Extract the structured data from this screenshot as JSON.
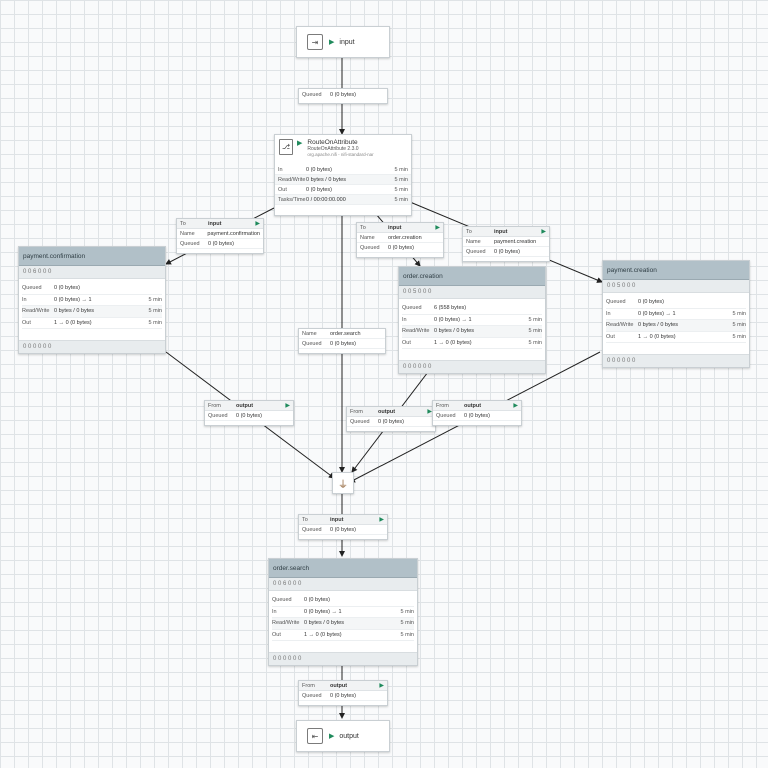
{
  "input_port": {
    "name": "input",
    "icon": "input-port-icon"
  },
  "output_port": {
    "name": "output",
    "icon": "output-port-icon"
  },
  "processor": {
    "name": "RouteOnAttribute",
    "type": "RouteOnAttribute 2.3.0",
    "bundle": "org.apache.nifi - nifi-standard-nar",
    "rows": [
      {
        "label": "In",
        "value": "0 (0 bytes)",
        "time": "5 min"
      },
      {
        "label": "Read/Write",
        "value": "0 bytes / 0 bytes",
        "time": "5 min"
      },
      {
        "label": "Out",
        "value": "0 (0 bytes)",
        "time": "5 min"
      },
      {
        "label": "Tasks/Time",
        "value": "0 / 00:00:00.000",
        "time": "5 min"
      }
    ]
  },
  "labels": {
    "queued": "Queued",
    "to": "To",
    "from": "From",
    "name": "Name",
    "in": "In",
    "read_write": "Read/Write",
    "out": "Out"
  },
  "queue_input_route": {
    "queued": "0 (0 bytes)"
  },
  "conn_payment_confirmation": {
    "to": "input",
    "name": "payment.confirmation",
    "queued": "0 (0 bytes)"
  },
  "conn_order_creation": {
    "to": "input",
    "name": "order.creation",
    "queued": "0 (0 bytes)"
  },
  "conn_payment_creation": {
    "to": "input",
    "name": "payment.creation",
    "queued": "0 (0 bytes)"
  },
  "conn_order_search": {
    "name": "order.search",
    "queued": "0 (0 bytes)"
  },
  "conn_from_pc": {
    "from": "output",
    "queued": "0 (0 bytes)"
  },
  "conn_from_oc": {
    "from": "output",
    "queued": "0 (0 bytes)"
  },
  "conn_from_pcr": {
    "from": "output",
    "queued": "0 (0 bytes)"
  },
  "conn_to_os": {
    "to": "input",
    "queued": "0 (0 bytes)"
  },
  "conn_from_os": {
    "from": "output",
    "queued": "0 (0 bytes)"
  },
  "groups": {
    "payment_confirmation": {
      "title": "payment.confirmation",
      "status": "0  0  6  0  0  0",
      "queued": "0 (0 bytes)",
      "in": "0 (0 bytes) → 1",
      "rw": "0 bytes / 0 bytes",
      "out": "1 → 0 (0 bytes)",
      "time": "5 min",
      "versions": "0  0  0  0  0  0"
    },
    "order_creation": {
      "title": "order.creation",
      "status": "0  0  5  0  0  0",
      "queued": "6 (558 bytes)",
      "in": "0 (0 bytes) → 1",
      "rw": "0 bytes / 0 bytes",
      "out": "1 → 0 (0 bytes)",
      "time": "5 min",
      "versions": "0  0  0  0  0  0"
    },
    "payment_creation": {
      "title": "payment.creation",
      "status": "0  0  5  0  0  0",
      "queued": "0 (0 bytes)",
      "in": "0 (0 bytes) → 1",
      "rw": "0 bytes / 0 bytes",
      "out": "1 → 0 (0 bytes)",
      "time": "5 min",
      "versions": "0  0  0  0  0  0"
    },
    "order_search": {
      "title": "order.search",
      "status": "0  0  6  0  0  0",
      "queued": "0 (0 bytes)",
      "in": "0 (0 bytes) → 1",
      "rw": "0 bytes / 0 bytes",
      "out": "1 → 0 (0 bytes)",
      "time": "5 min",
      "versions": "0  0  0  0  0  0"
    }
  }
}
